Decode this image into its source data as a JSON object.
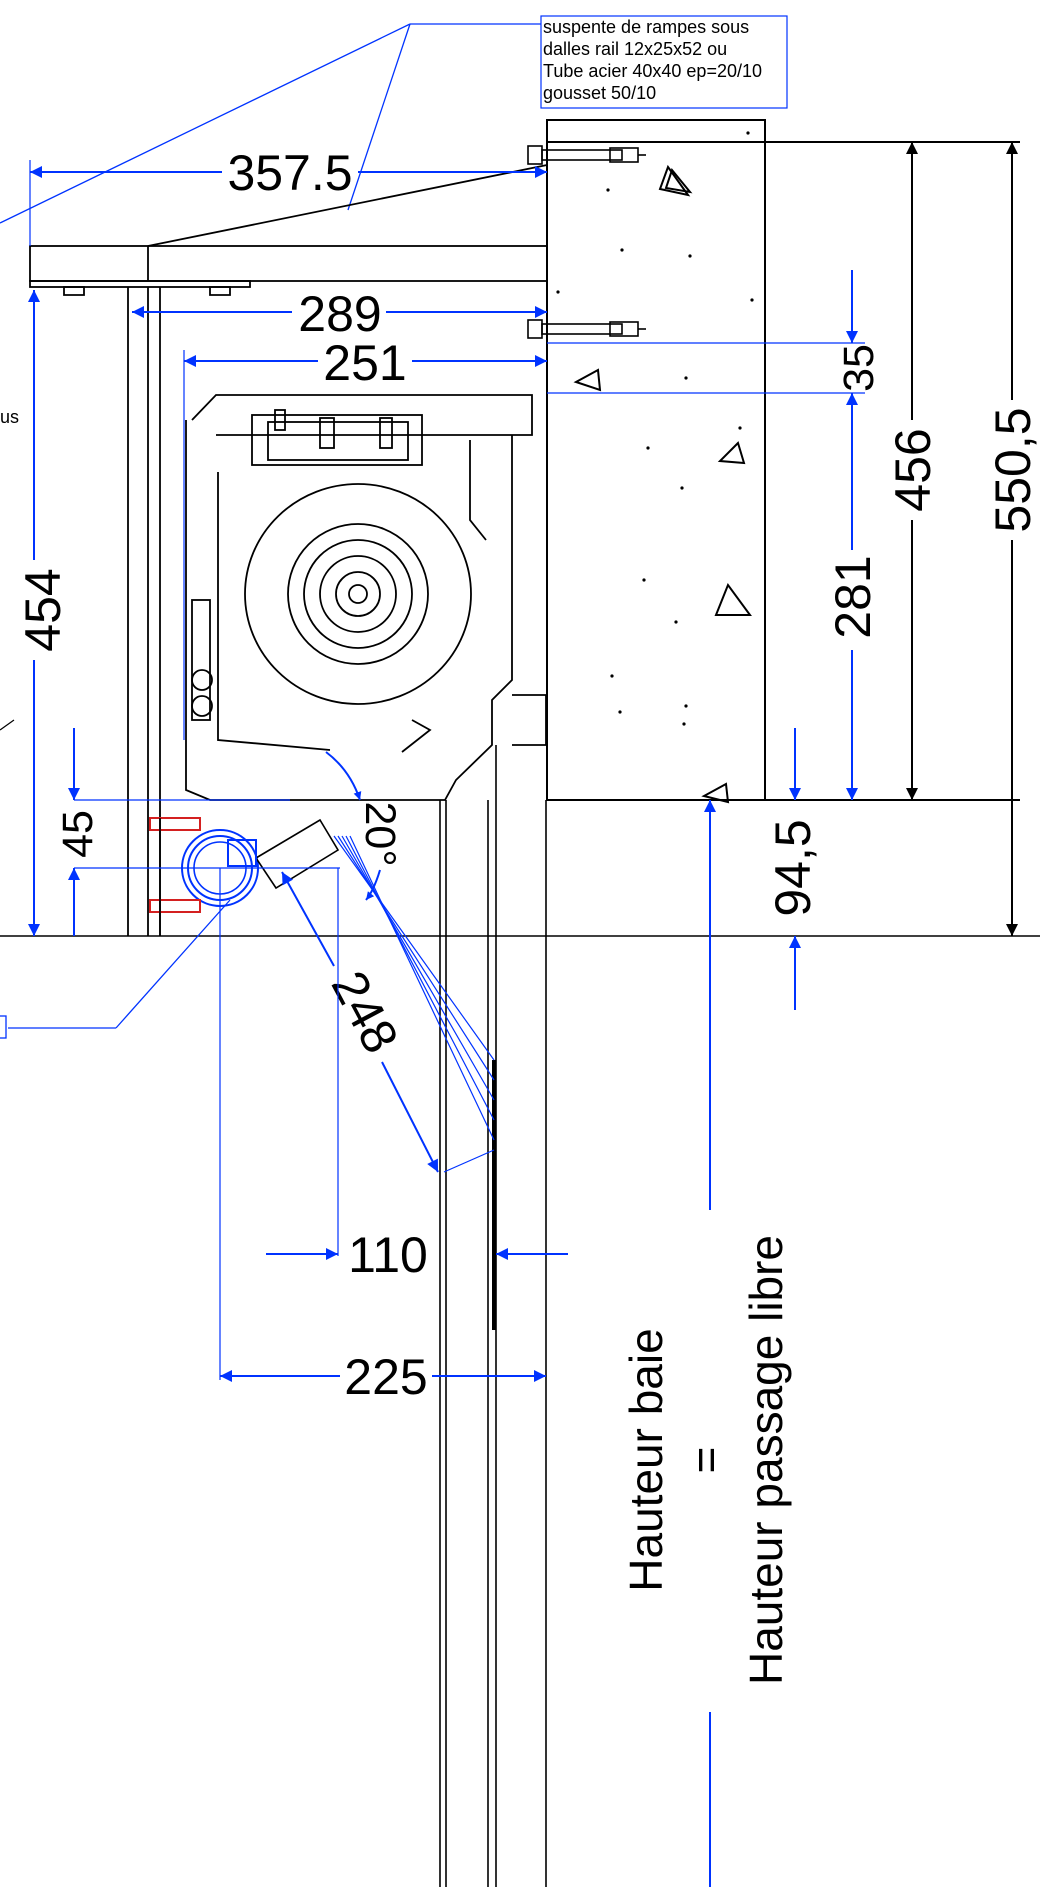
{
  "annotation": {
    "lines": [
      "suspente de rampes sous",
      "dalles rail 12x25x52 ou",
      "Tube acier 40x40 ep=20/10",
      "gousset 50/10"
    ]
  },
  "left_fragment": "us",
  "dimensions": {
    "d_357": "357.5",
    "d_289": "289",
    "d_251": "251",
    "d_35": "35",
    "d_456": "456",
    "d_550": "550,5",
    "d_454": "454",
    "d_281": "281",
    "d_45": "45",
    "d_20deg": "20°",
    "d_94": "94,5",
    "d_248": "248",
    "d_110": "110",
    "d_225": "225"
  },
  "labels": {
    "hauteur_baie": "Hauteur baie",
    "equals": "=",
    "hauteur_passage": "Hauteur passage libre"
  },
  "colors": {
    "dimension_line": "#0033ff",
    "drawing_line": "#000000",
    "detail_red": "#d42020",
    "background": "#ffffff"
  }
}
